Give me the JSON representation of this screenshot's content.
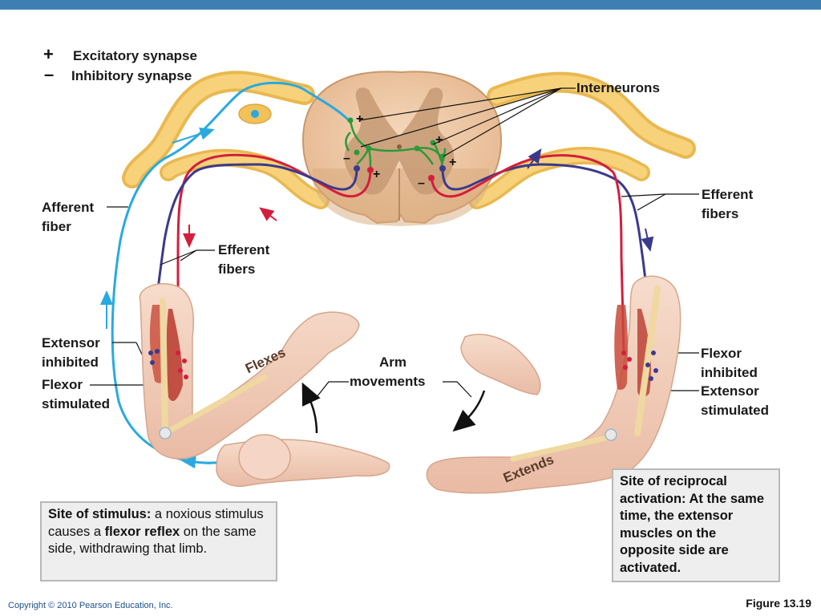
{
  "legend": {
    "plus_symbol": "+",
    "plus_label": "Excitatory synapse",
    "minus_symbol": "–",
    "minus_label": "Inhibitory synapse"
  },
  "labels": {
    "interneurons": "Interneurons",
    "efferent_fibers_right_1": "Efferent",
    "efferent_fibers_right_2": "fibers",
    "afferent_fiber_1": "Afferent",
    "afferent_fiber_2": "fiber",
    "efferent_fibers_left_1": "Efferent",
    "efferent_fibers_left_2": "fibers",
    "extensor_inhibited_1": "Extensor",
    "extensor_inhibited_2": "inhibited",
    "flexor_stimulated_1": "Flexor",
    "flexor_stimulated_2": "stimulated",
    "arm_movements_1": "Arm",
    "arm_movements_2": "movements",
    "flexor_inhibited_1": "Flexor",
    "flexor_inhibited_2": "inhibited",
    "extensor_stimulated_1": "Extensor",
    "extensor_stimulated_2": "stimulated",
    "flexes": "Flexes",
    "extends": "Extends"
  },
  "synapse_signs": {
    "plus": "+",
    "minus": "–"
  },
  "stimulus_box": {
    "title": "Site of stimulus:",
    "text1": " a noxious stimulus causes a ",
    "bold1": "flexor reflex",
    "text2": " on the same side, withdrawing that limb."
  },
  "activation_box": {
    "title": "Site of reciprocal activation:",
    "text1": "  At the same time, the extensor muscles on the opposite side are activated."
  },
  "footer": {
    "copyright": "Copyright © 2010 Pearson Education, Inc.",
    "figure": "Figure 13.19"
  },
  "colors": {
    "topbar": "#3e7fb1",
    "afferent": "#29a9df",
    "efferent_red": "#d41e3c",
    "efferent_blue": "#3a3a8c",
    "interneuron": "#2a9a3a",
    "nerve": "#f2c25a",
    "skin": "#f3d2c0"
  }
}
